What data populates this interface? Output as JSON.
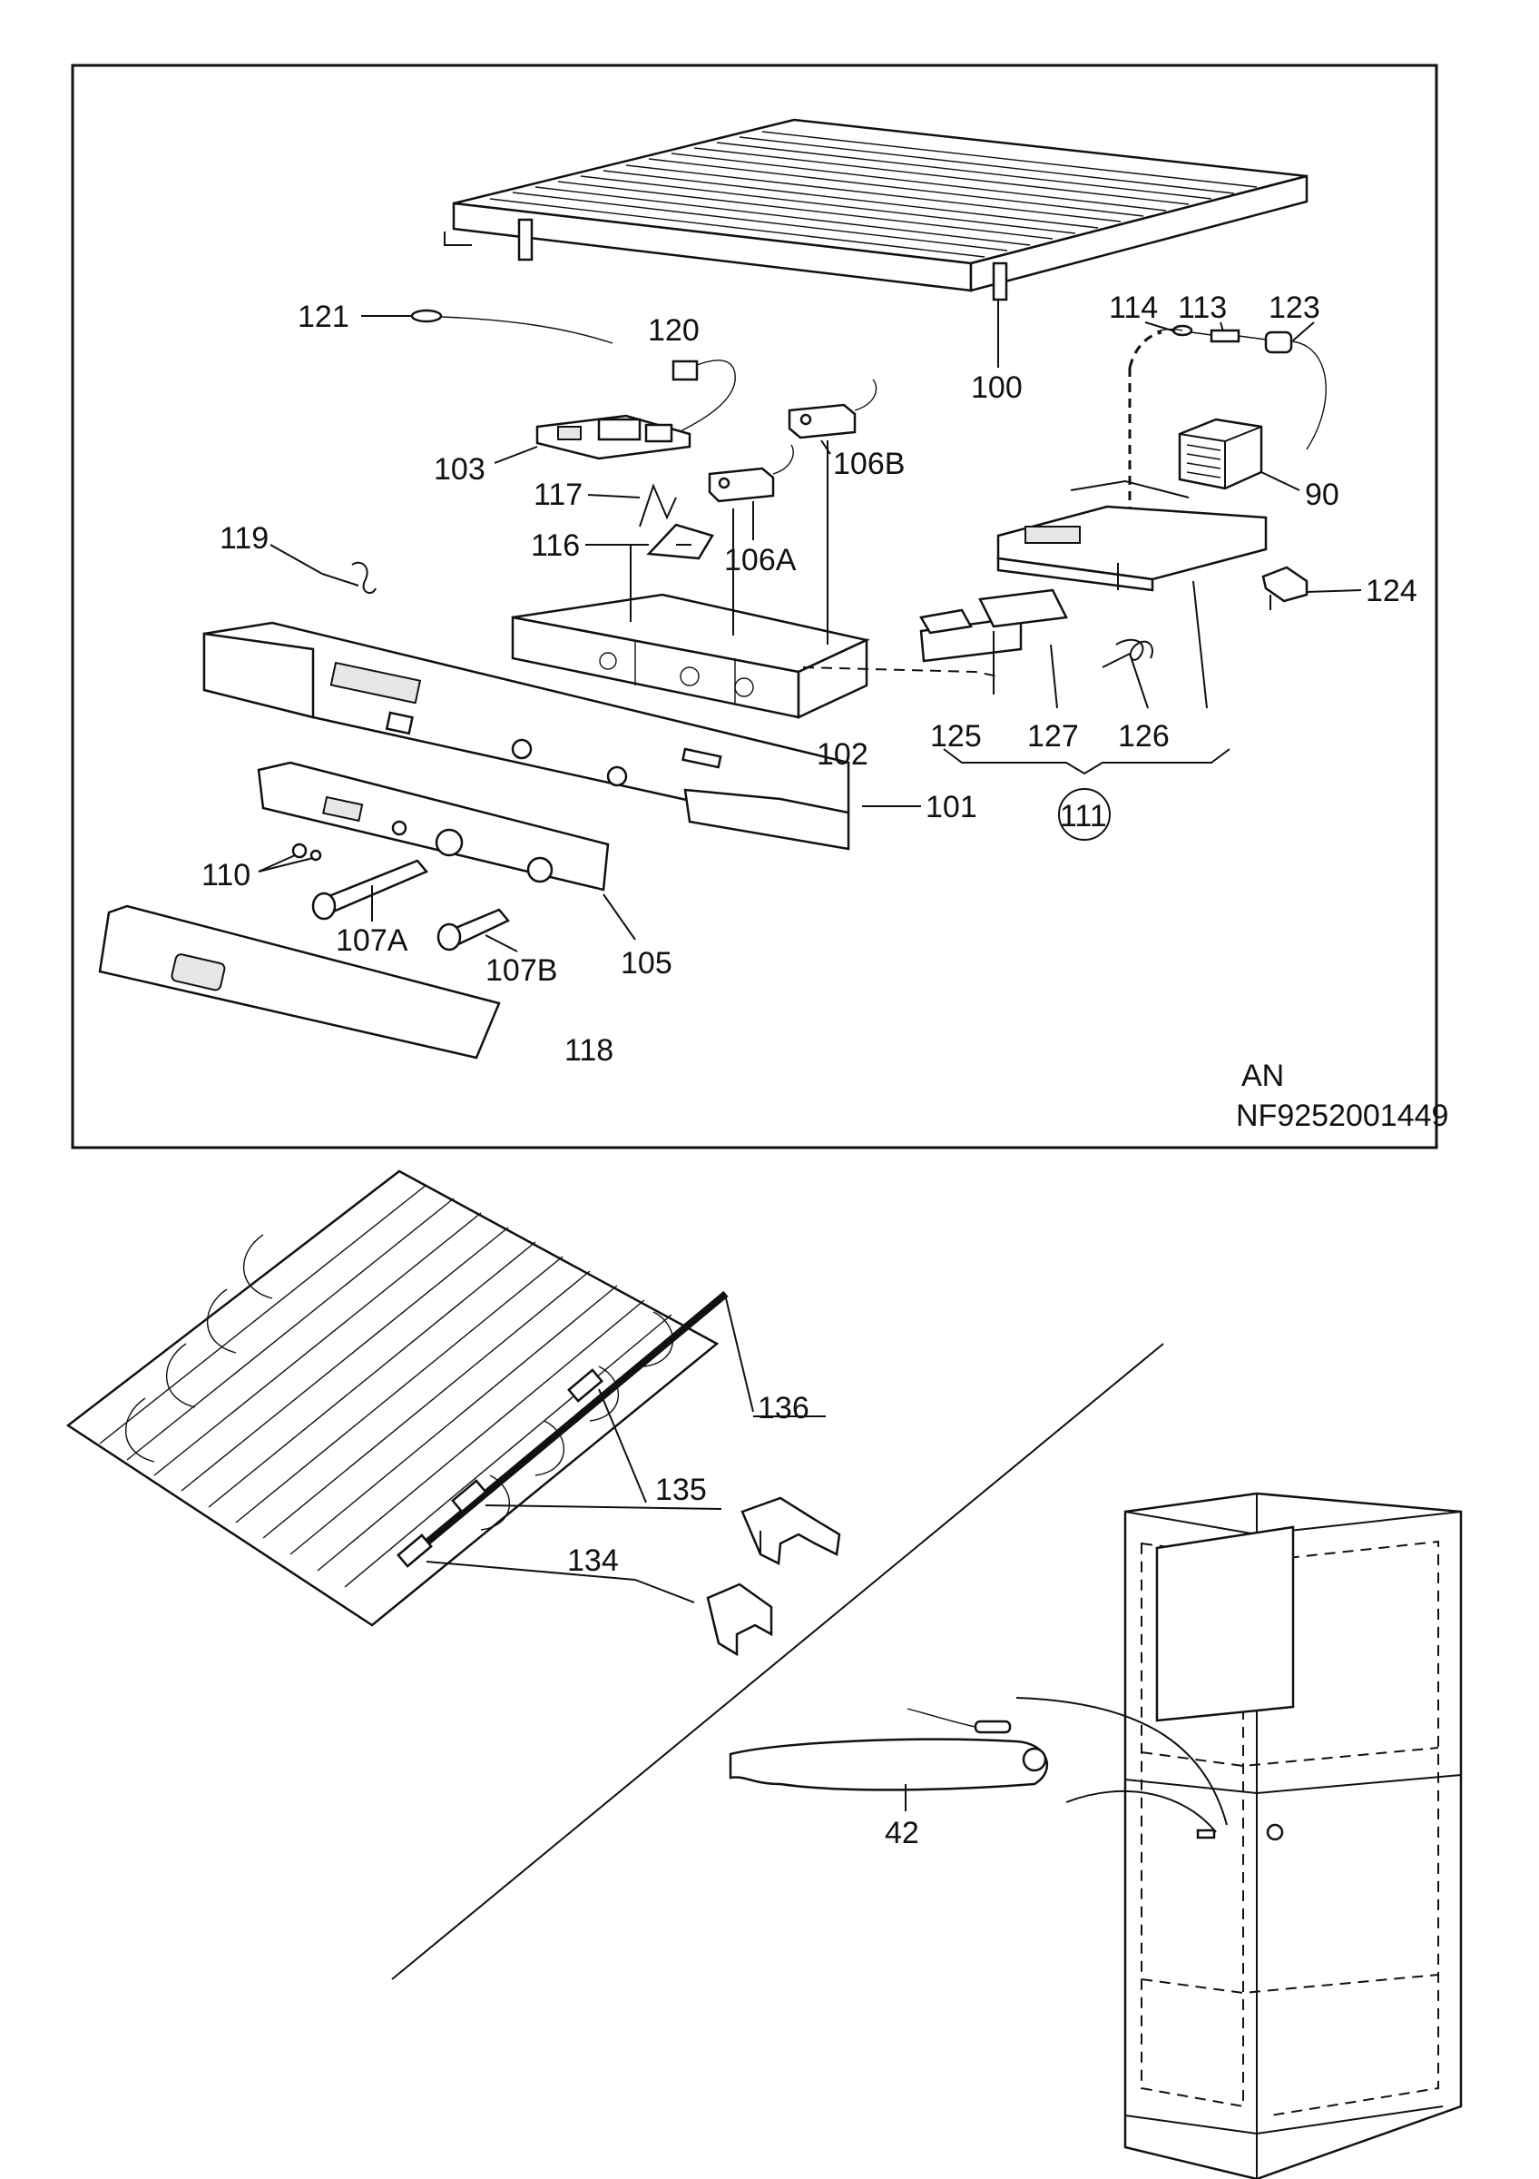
{
  "top_panel": {
    "code_line1": "AN",
    "code_line2": "NF9252001449"
  },
  "callouts": [
    {
      "id": "c100",
      "text": "100"
    },
    {
      "id": "c121",
      "text": "121"
    },
    {
      "id": "c120",
      "text": "120"
    },
    {
      "id": "c114",
      "text": "114"
    },
    {
      "id": "c113",
      "text": "113"
    },
    {
      "id": "c123",
      "text": "123"
    },
    {
      "id": "c103",
      "text": "103"
    },
    {
      "id": "c106B",
      "text": "106B"
    },
    {
      "id": "c117",
      "text": "117"
    },
    {
      "id": "c90",
      "text": "90"
    },
    {
      "id": "c119",
      "text": "119"
    },
    {
      "id": "c116",
      "text": "116"
    },
    {
      "id": "c106A",
      "text": "106A"
    },
    {
      "id": "c124",
      "text": "124"
    },
    {
      "id": "c125",
      "text": "125"
    },
    {
      "id": "c127",
      "text": "127"
    },
    {
      "id": "c126",
      "text": "126"
    },
    {
      "id": "c102",
      "text": "102"
    },
    {
      "id": "c111",
      "text": "111"
    },
    {
      "id": "c101",
      "text": "101"
    },
    {
      "id": "c110",
      "text": "110"
    },
    {
      "id": "c107A",
      "text": "107A"
    },
    {
      "id": "c107B",
      "text": "107B"
    },
    {
      "id": "c105",
      "text": "105"
    },
    {
      "id": "c118",
      "text": "118"
    },
    {
      "id": "c136",
      "text": "136"
    },
    {
      "id": "c135",
      "text": "135"
    },
    {
      "id": "c134",
      "text": "134"
    },
    {
      "id": "c42",
      "text": "42"
    }
  ]
}
